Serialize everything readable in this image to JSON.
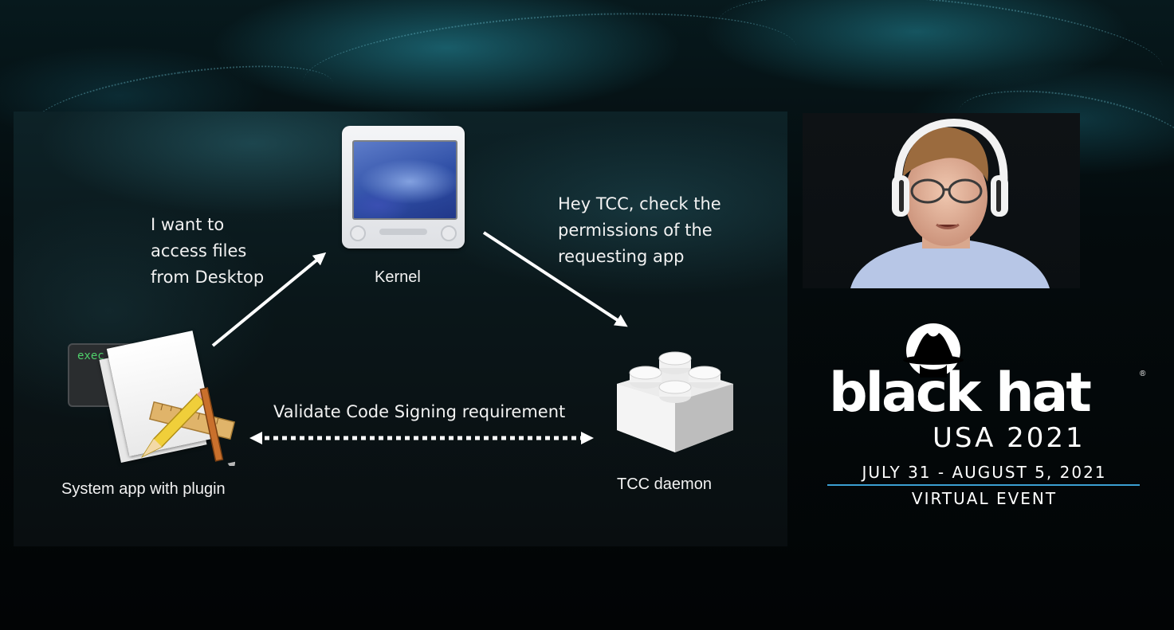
{
  "slide": {
    "kernel": {
      "caption": "Kernel",
      "icon": "emac-computer-icon"
    },
    "app": {
      "speech": "I want to\naccess files\nfrom Desktop",
      "caption": "System app with plugin",
      "icon": "code-signing-app-icon",
      "exec_label": "exec"
    },
    "tcc": {
      "speech": "Hey TCC, check the\npermissions of the\nrequesting app",
      "caption": "TCC daemon",
      "icon": "lego-brick-icon"
    },
    "validation": {
      "label": "Validate Code Signing requirement"
    }
  },
  "branding": {
    "wordmark": "black hat",
    "registered": "®",
    "edition": "USA 2021",
    "dates": "JULY 31 - AUGUST 5, 2021",
    "event_type": "VIRTUAL EVENT",
    "rule_color": "#3b9ed1"
  },
  "webcam": {
    "icon": "speaker-video-feed"
  }
}
